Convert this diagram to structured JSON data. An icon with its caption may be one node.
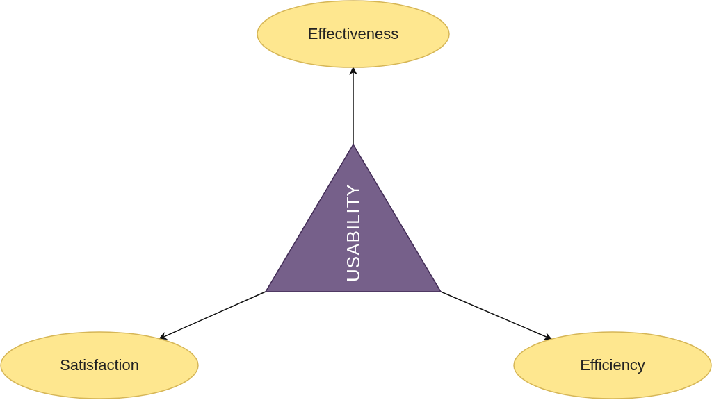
{
  "diagram": {
    "nodes": [
      {
        "text": [
          "USABILITY"
        ]
      },
      {
        "text": [
          "Effectiveness"
        ]
      },
      {
        "text": [
          "Satisfaction"
        ]
      },
      {
        "text": [
          "Efficiency"
        ]
      }
    ],
    "edges": [
      {
        "from": 0,
        "to": 1,
        "arrow": "to"
      },
      {
        "from": 0,
        "to": 2,
        "arrow": "to"
      },
      {
        "from": 0,
        "to": 3,
        "arrow": "to"
      }
    ]
  }
}
